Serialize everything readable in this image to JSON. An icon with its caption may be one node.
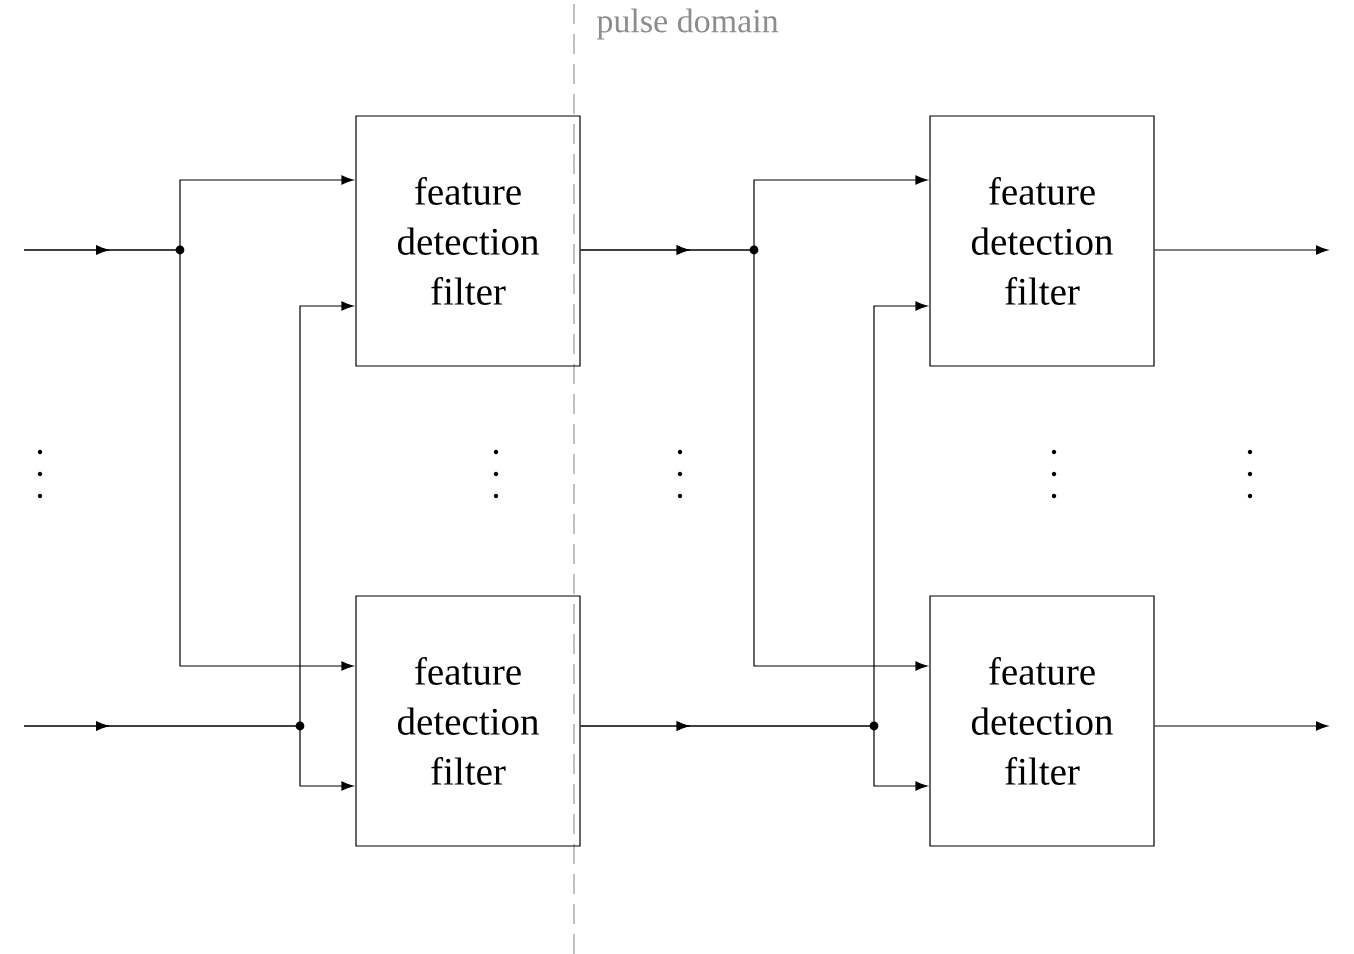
{
  "diagram": {
    "nodes": [
      {
        "text": [
          "feature detection filter"
        ]
      },
      {
        "text": [
          "feature detection filter"
        ]
      },
      {
        "text": [
          "feature detection filter"
        ]
      },
      {
        "text": [
          "feature detection filter"
        ]
      }
    ],
    "edges": [
      {
        "from": null,
        "to": 0,
        "arrow": "to"
      },
      {
        "from": null,
        "to": 1,
        "arrow": "to"
      },
      {
        "from": null,
        "to": 0,
        "arrow": "to"
      },
      {
        "from": null,
        "to": 1,
        "arrow": "to"
      },
      {
        "from": 0,
        "to": 2,
        "arrow": "to"
      },
      {
        "from": 0,
        "to": 3,
        "arrow": "to"
      },
      {
        "from": 1,
        "to": 2,
        "arrow": "to"
      },
      {
        "from": 1,
        "to": 3,
        "arrow": "to"
      },
      {
        "from": 2,
        "to": null,
        "arrow": "to"
      },
      {
        "from": 3,
        "to": null,
        "arrow": "to"
      }
    ],
    "labels": [
      "pulse domain"
    ]
  }
}
